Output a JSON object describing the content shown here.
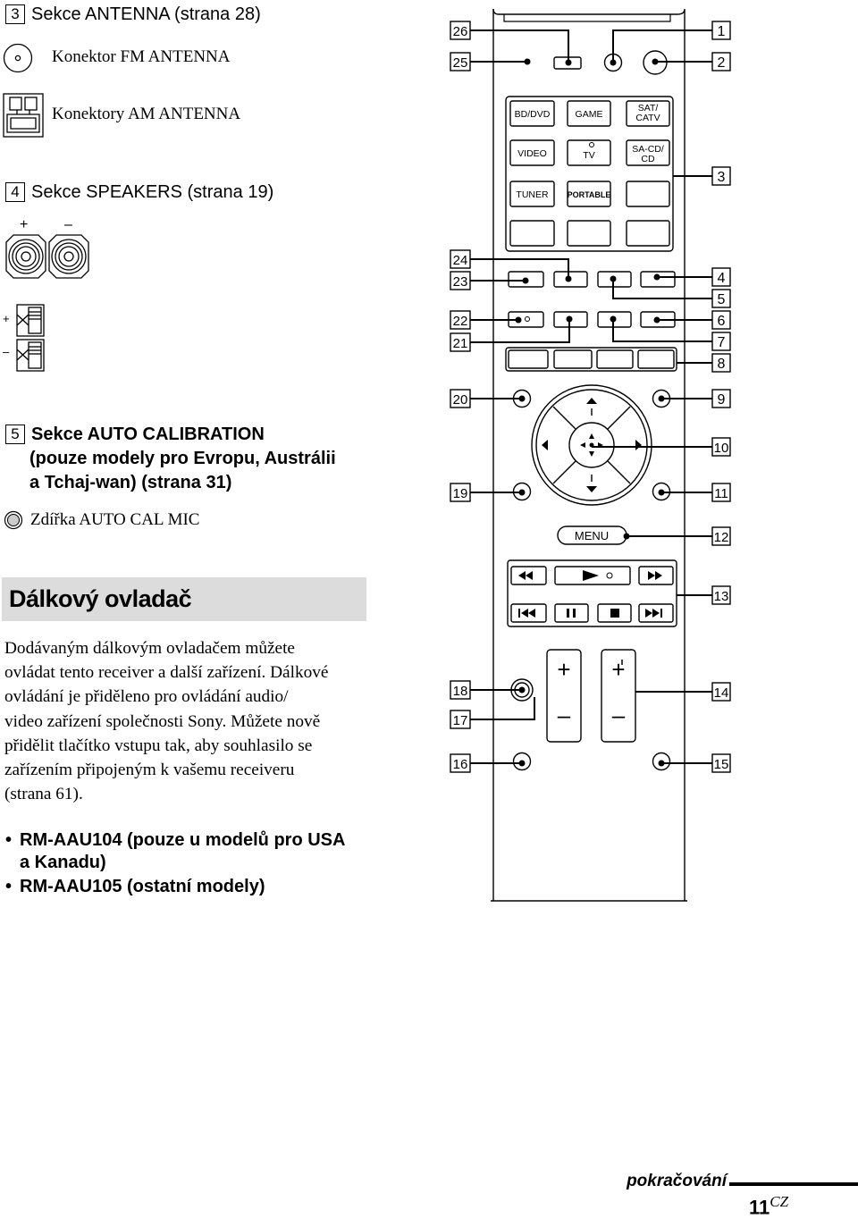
{
  "section3": {
    "number": "3",
    "title": "Sekce ANTENNA (strana 28)",
    "fm_label": "Konektor FM ANTENNA",
    "am_label": "Konektory AM ANTENNA"
  },
  "section4": {
    "number": "4",
    "title": "Sekce SPEAKERS (strana 19)",
    "plus": "+",
    "minus": "–",
    "plus_small": "+",
    "minus_small": "–"
  },
  "section5": {
    "number": "5",
    "title_lines": [
      "Sekce AUTO CALIBRATION",
      "(pouze modely pro Evropu, Austrálii",
      "a Tchaj-wan) (strana 31)"
    ],
    "mic_label": "Zdířka AUTO CAL MIC"
  },
  "remote_heading": "Dálkový ovladač",
  "paragraph_lines": [
    "Dodávaným dálkovým ovladačem můžete",
    "ovládat tento receiver a další zařízení. Dálkové",
    "ovládání je přiděleno pro ovládání audio/",
    "video zařízení společnosti Sony. Můžete nově",
    "přidělit tlačítko vstupu tak, aby souhlasilo se",
    "zařízením připojeným k vašemu receiveru",
    "(strana 61)."
  ],
  "bullets": [
    {
      "marker": "•",
      "lines": [
        "RM-AAU104 (pouze u modelů pro USA",
        "a Kanadu)"
      ]
    },
    {
      "marker": "•",
      "lines": [
        "RM-AAU105 (ostatní modely)"
      ]
    }
  ],
  "footer": {
    "continued": "pokračování",
    "page_number": "11",
    "page_suffix": "CZ"
  },
  "remote": {
    "input_buttons": [
      "BD/DVD",
      "GAME",
      "SAT/\nCATV",
      "VIDEO",
      "TV",
      "SA-CD/\nCD",
      "TUNER",
      "PORTABLE",
      ""
    ],
    "input_buttons_lines": [
      [
        "BD/DVD"
      ],
      [
        "GAME"
      ],
      [
        "SAT/",
        "CATV"
      ],
      [
        "VIDEO"
      ],
      [
        "TV"
      ],
      [
        "SA-CD/",
        "CD"
      ],
      [
        "TUNER"
      ],
      [
        "PORTABLE"
      ],
      [
        ""
      ]
    ],
    "menu_label": "MENU",
    "callouts_right": [
      "1",
      "2",
      "3",
      "4",
      "5",
      "6",
      "7",
      "8",
      "9",
      "10",
      "11",
      "12",
      "13",
      "14",
      "15"
    ],
    "callouts_left": [
      "26",
      "25",
      "24",
      "23",
      "22",
      "21",
      "20",
      "19",
      "18",
      "17",
      "16"
    ],
    "volume_plus": "+",
    "volume_minus": "–",
    "channel_plus": "+",
    "channel_minus": "–"
  }
}
